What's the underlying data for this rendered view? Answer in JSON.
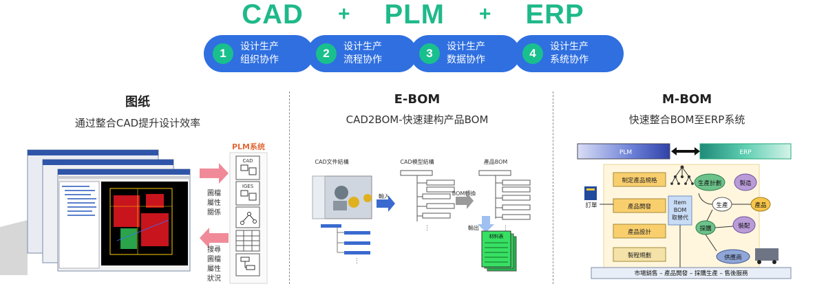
{
  "header": {
    "words": [
      "CAD",
      "PLM",
      "ERP"
    ],
    "plus": "+"
  },
  "steps": [
    {
      "num": "1",
      "line1": "设计生产",
      "line2": "组织协作"
    },
    {
      "num": "2",
      "line1": "设计生产",
      "line2": "流程协作"
    },
    {
      "num": "3",
      "line1": "设计生产",
      "line2": "数据协作"
    },
    {
      "num": "4",
      "line1": "设计生产",
      "line2": "系统协作"
    }
  ],
  "columns": [
    {
      "title": "图纸",
      "subtitle": "通过整合CAD提升设计效率"
    },
    {
      "title": "E-BOM",
      "subtitle": "CAD2BOM-快速建构产品BOM"
    },
    {
      "title": "M-BOM",
      "subtitle": "快速整合BOM至ERP系统"
    }
  ],
  "left_panel": {
    "plm_label": "PLM系统",
    "file_cad": "CAD",
    "file_iges": "IGES",
    "arrow_right_label": [
      "圖檔",
      "屬性",
      "關係"
    ],
    "arrow_left_label": [
      "搜尋",
      "圖檔",
      "屬性",
      "狀況"
    ]
  },
  "mid_panel": {
    "label_cad_file": "CAD文件結構",
    "label_cad_model": "CAD模型結構",
    "label_product_bom": "產品BOM",
    "label_input": "輸入",
    "label_bom_convert": "BOM轉換",
    "label_output": "輸出",
    "label_material": "材料表"
  },
  "right_panel": {
    "plm": "PLM",
    "erp": "ERP",
    "boxes": [
      "制定產品規格",
      "產品開發",
      "產品設計",
      "製程規劃"
    ],
    "order": "訂單",
    "item_bom": [
      "Item",
      "BOM",
      "取替代"
    ],
    "production_plan": "生產計劃",
    "manufacture": "製造",
    "produce": "生產",
    "product": "產品",
    "purchase": "採購",
    "assembly": "裝配",
    "supplier": "供應商",
    "footer": "市場銷售 – 產品開發 – 採購生產 – 售後服務"
  }
}
